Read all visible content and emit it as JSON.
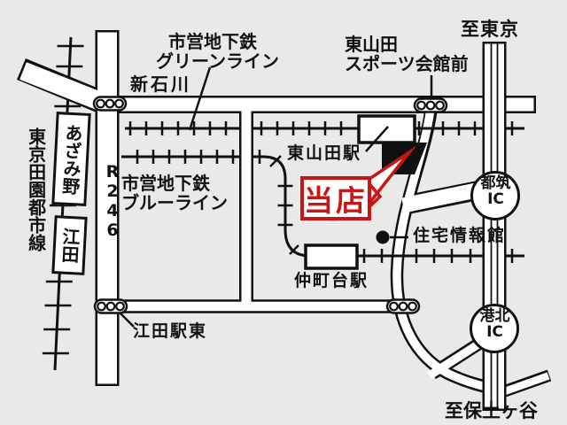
{
  "colors": {
    "background": "#e9e9e9",
    "road_fill": "#ffffff",
    "line_black": "#111111",
    "accent_red": "#c81616"
  },
  "labels": {
    "green_line": "市営地下鉄\nグリーンライン",
    "shin_ishikawa": "新石川",
    "sports_hall": "東山田\nスポーツ会館前",
    "to_tokyo": "至東京",
    "denentoshi_line": "東京田園都市線",
    "azamino": "あざみ野",
    "eda": "江田",
    "r246": "R246",
    "blue_line": "市営地下鉄\nブルーライン",
    "higashiyamada_station": "東山田駅",
    "our_shop": "当店",
    "housing_info_hall": "住宅情報館",
    "tsuzuki_ic": "都筑\nIC",
    "kohoku_ic": "港北\nIC",
    "nakamachidai_station": "仲町台駅",
    "eda_station_east": "江田駅東",
    "to_hodogaya": "至保土ヶ谷"
  },
  "icons": {
    "traffic_signal": "three-circle traffic signal",
    "shop_marker": "black building block",
    "poi_dot": "black dot",
    "red_arrow": "red callout arrow"
  }
}
